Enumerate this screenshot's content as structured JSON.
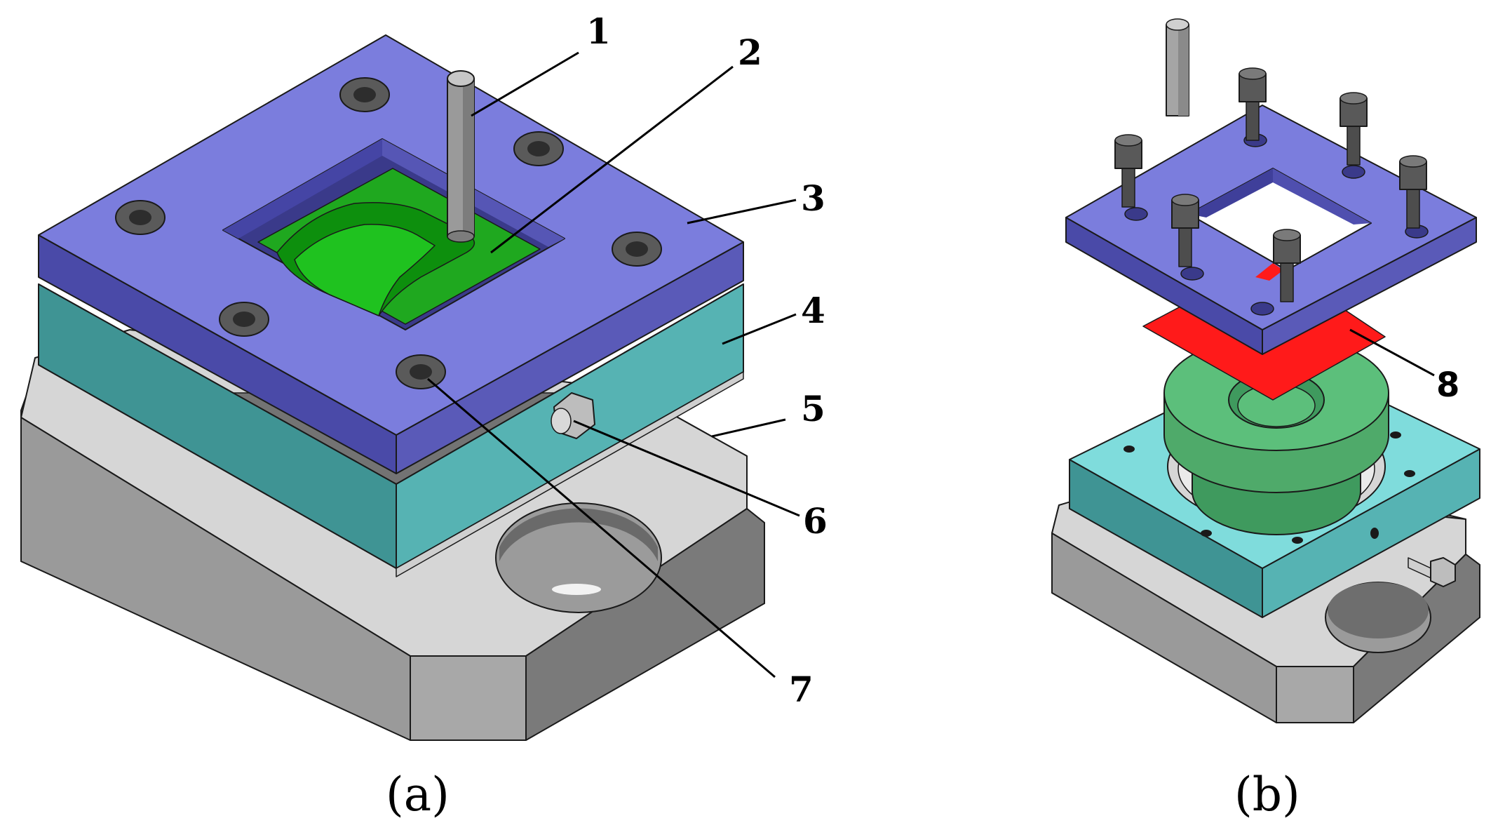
{
  "panels": [
    {
      "id": "a",
      "caption": "(a)",
      "callouts": [
        "1",
        "2",
        "3",
        "4",
        "5",
        "6",
        "7"
      ]
    },
    {
      "id": "b",
      "caption": "(b)",
      "callouts": [
        "8"
      ]
    }
  ],
  "colors": {
    "top_plate": "#7b7ddd",
    "top_plate_side": "#4a4aa8",
    "die_block": "#4aa3a3",
    "die_block_light": "#7fdcdc",
    "base": "#d3d3d3",
    "base_side": "#8c8c8c",
    "cup": "#1fa81f",
    "punch": "#4faa6a",
    "blank": "#ff1a1a",
    "pin": "#9a9a9a",
    "screw": "#4d4d4d"
  }
}
